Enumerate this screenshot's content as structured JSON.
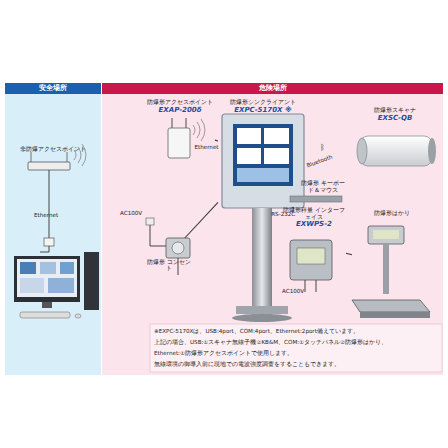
{
  "diagram": {
    "nodes": [
      {
        "text": [
          "安全場所"
        ]
      },
      {
        "text": [
          "危険場所"
        ]
      },
      {
        "text": [
          "非防爆アクセスポイント"
        ],
        "in": 0
      },
      {
        "text": [
          "防爆形アクセスポイント",
          "EXAP-200δ"
        ],
        "in": 1
      },
      {
        "text": [
          "防爆形シンクライアント",
          "EXPC-5170X ※"
        ],
        "in": 1
      },
      {
        "text": [
          "防爆形スキャナ",
          "EXSC-QB"
        ],
        "in": 1
      },
      {
        "text": [
          "防爆形 キーボード＆マウス"
        ],
        "in": 1
      },
      {
        "text": [
          "防爆形 コンセント"
        ],
        "in": 1
      },
      {
        "text": [
          "防爆形秤量 インターフェイス",
          "EXWPS-2"
        ],
        "in": 1
      },
      {
        "text": [
          "防爆形はかり"
        ],
        "in": 1
      }
    ],
    "edges": [
      {
        "from": 3,
        "to": 4,
        "label": "Ethernet",
        "arrow": "none"
      },
      {
        "from": 7,
        "to": 4,
        "arrow": "none"
      },
      {
        "from": 8,
        "to": 4,
        "label": "RS-232C",
        "arrow": "none"
      },
      {
        "from": 8,
        "to": 9,
        "arrow": "none"
      }
    ],
    "labels": [
      "Ethernet",
      "Bluetooth",
      "AC100V",
      "AC100V",
      "※EXPC-5170Xは、USB:4port、COM:4port、Ethernet:2port備えています。",
      "上記の場合、USB:①スキャナ無線子機②KB&M、COM:①タッチパネル②防爆形はかり、",
      "Ethernet:①防爆形アクセスポイントで使用します。",
      "無線環境の御導入前に現地での電波強度調査をすることもできます。"
    ]
  }
}
